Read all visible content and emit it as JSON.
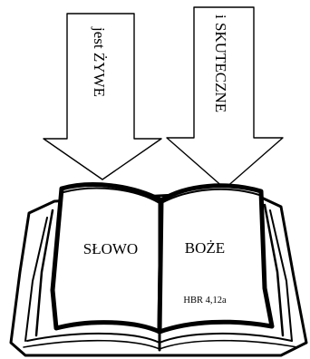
{
  "arrows": {
    "left_text": "jest ŻYWE",
    "right_text": "i SKUTECZNE"
  },
  "book": {
    "left_page_word": "SŁOWO",
    "right_page_word": "BOŻE",
    "reference": "HBR 4,12a"
  }
}
